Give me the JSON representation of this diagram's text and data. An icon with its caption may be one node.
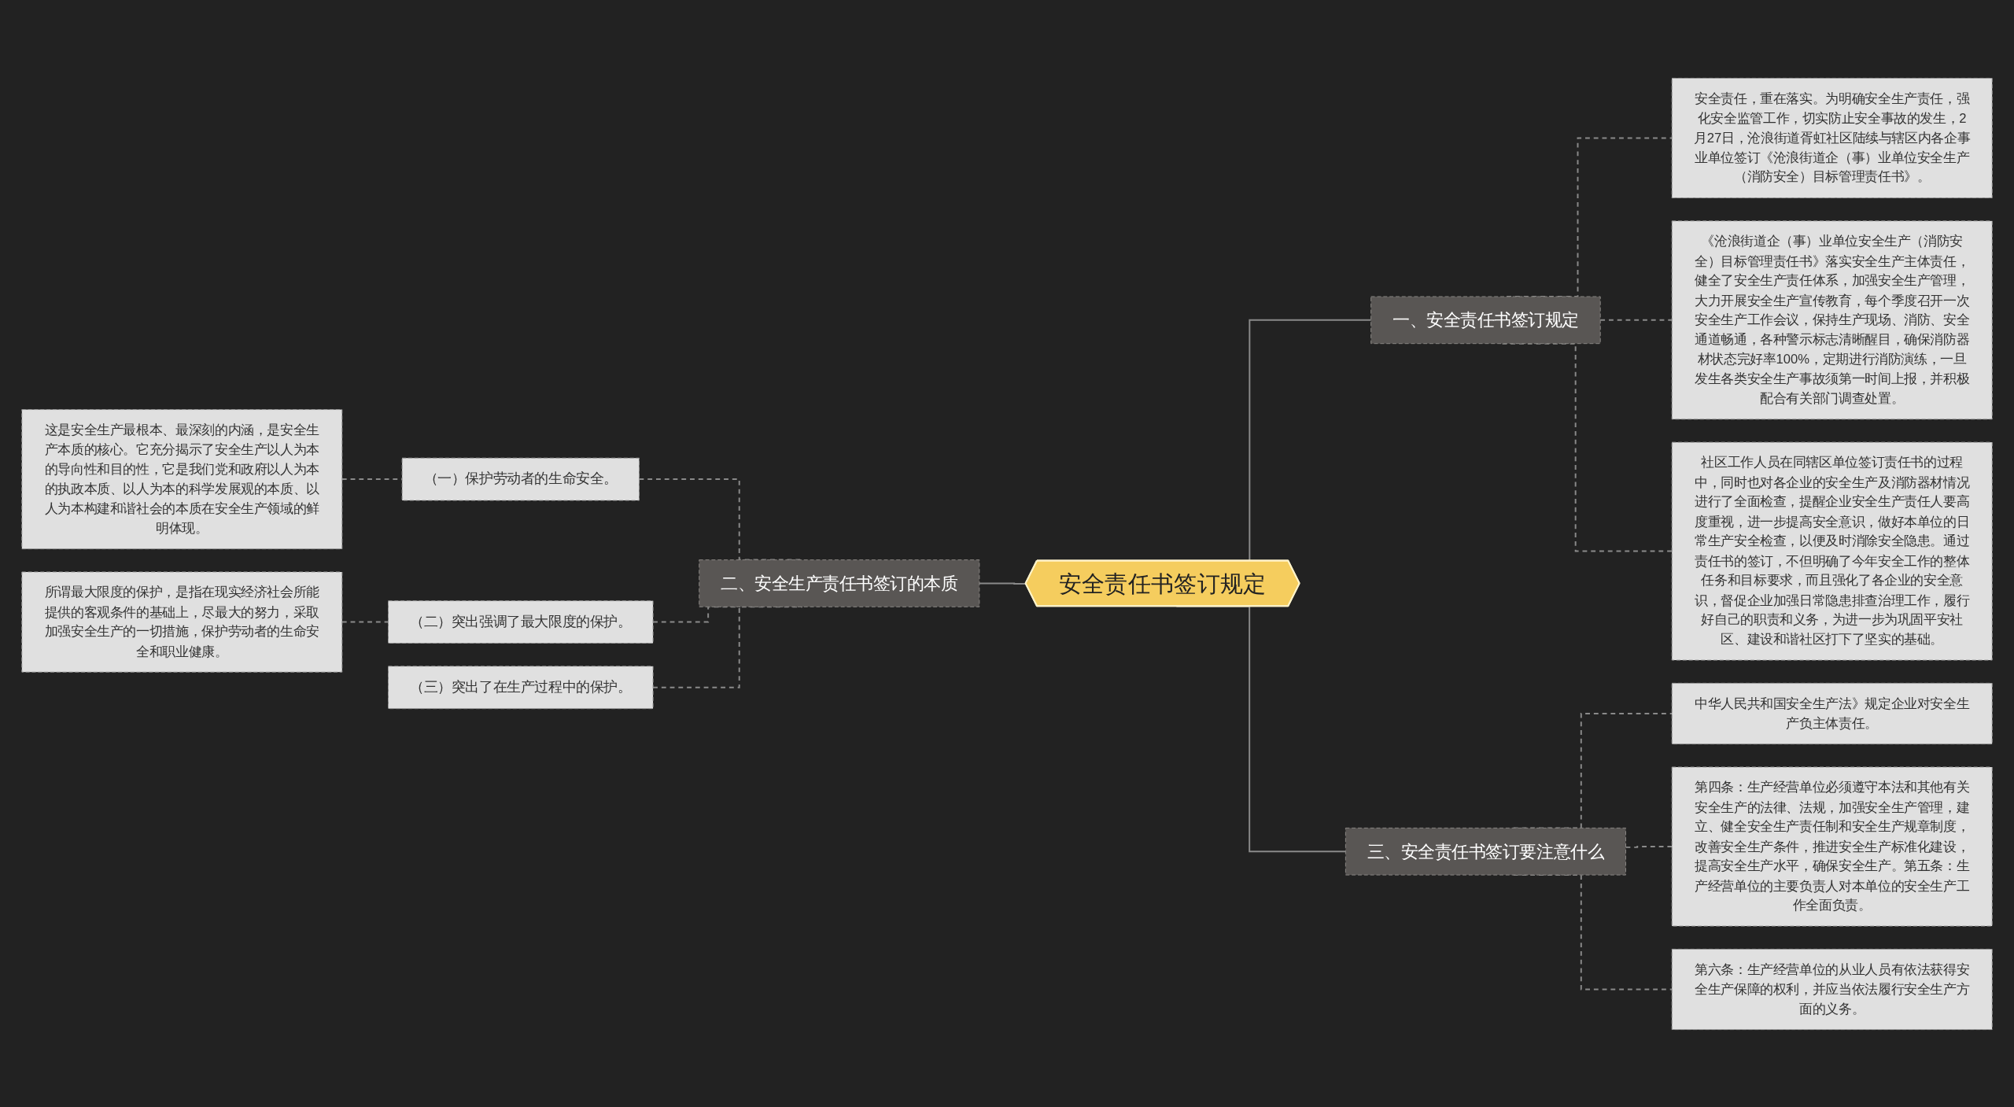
{
  "diagram": {
    "nodes": [
      {
        "text": [
          "安全责任书签订规定"
        ]
      },
      {
        "text": [
          "一、安全责任书签订规定"
        ]
      },
      {
        "text": [
          "安全责任，重在落实。为明确安全生产责任，强化安全监管工作，切实防止安全事故的发生，2月27日，沧浪街道胥虹社区陆续与辖区内各企事业单位签订《沧浪街道企（事）业单位安全生产（消防安全）目标管理责任书》。"
        ]
      },
      {
        "text": [
          "《沧浪街道企（事）业单位安全生产（消防安全）目标管理责任书》落实安全生产主体责任，健全了安全生产责任体系，加强安全生产管理，大力开展安全生产宣传教育，每个季度召开一次安全生产工作会议，保持生产现场、消防、安全通道畅通，各种警示标志清晰醒目，确保消防器材状态完好率100%，定期进行消防演练，一旦发生各类安全生产事故须第一时间上报，并积极配合有关部门调查处置。"
        ]
      },
      {
        "text": [
          "社区工作人员在同辖区单位签订责任书的过程中，同时也对各企业的安全生产及消防器材情况进行了全面检查，提醒企业安全生产责任人要高度重视，进一步提高安全意识，做好本单位的日常生产安全检查，以便及时消除安全隐患。通过责任书的签订，不但明确了今年安全工作的整体任务和目标要求，而且强化了各企业的安全意识，督促企业加强日常隐患排查治理工作，履行好自己的职责和义务，为进一步为巩固平安社区、建设和谐社区打下了坚实的基础。"
        ]
      },
      {
        "text": [
          "三、安全责任书签订要注意什么"
        ]
      },
      {
        "text": [
          "中华人民共和国安全生产法》规定企业对安全生产负主体责任。"
        ]
      },
      {
        "text": [
          "第四条：生产经营单位必须遵守本法和其他有关安全生产的法律、法规，加强安全生产管理，建立、健全安全生产责任制和安全生产规章制度，改善安全生产条件，推进安全生产标准化建设，提高安全生产水平，确保安全生产。第五条：生产经营单位的主要负责人对本单位的安全生产工作全面负责。"
        ]
      },
      {
        "text": [
          "第六条：生产经营单位的从业人员有依法获得安全生产保障的权利，并应当依法履行安全生产方面的义务。"
        ]
      },
      {
        "text": [
          "二、安全生产责任书签订的本质"
        ]
      },
      {
        "text": [
          "（一）保护劳动者的生命安全。"
        ]
      },
      {
        "text": [
          "这是安全生产最根本、最深刻的内涵，是安全生产本质的核心。它充分揭示了安全生产以人为本的导向性和目的性，它是我们党和政府以人为本的执政本质、以人为本的科学发展观的本质、以人为本构建和谐社会的本质在安全生产领域的鲜明体现。"
        ]
      },
      {
        "text": [
          "（二）突出强调了最大限度的保护。"
        ]
      },
      {
        "text": [
          "所谓最大限度的保护，是指在现实经济社会所能提供的客观条件的基础上，尽最大的努力，采取加强安全生产的一切措施，保护劳动者的生命安全和职业健康。"
        ]
      },
      {
        "text": [
          "（三）突出了在生产过程中的保护。"
        ]
      }
    ],
    "edges": [
      {
        "from": 0,
        "to": 1,
        "arrow": "none"
      },
      {
        "from": 1,
        "to": 2,
        "arrow": "none",
        "style": "dashed"
      },
      {
        "from": 1,
        "to": 3,
        "arrow": "none",
        "style": "dashed"
      },
      {
        "from": 1,
        "to": 4,
        "arrow": "none",
        "style": "dashed"
      },
      {
        "from": 0,
        "to": 5,
        "arrow": "none"
      },
      {
        "from": 5,
        "to": 6,
        "arrow": "none",
        "style": "dashed"
      },
      {
        "from": 5,
        "to": 7,
        "arrow": "none",
        "style": "dashed"
      },
      {
        "from": 5,
        "to": 8,
        "arrow": "none",
        "style": "dashed"
      },
      {
        "from": 0,
        "to": 9,
        "arrow": "none"
      },
      {
        "from": 9,
        "to": 10,
        "arrow": "none",
        "style": "dashed"
      },
      {
        "from": 10,
        "to": 11,
        "arrow": "none",
        "style": "dashed"
      },
      {
        "from": 9,
        "to": 12,
        "arrow": "none",
        "style": "dashed"
      },
      {
        "from": 12,
        "to": 13,
        "arrow": "none",
        "style": "dashed"
      },
      {
        "from": 9,
        "to": 14,
        "arrow": "none",
        "style": "dashed"
      }
    ]
  }
}
